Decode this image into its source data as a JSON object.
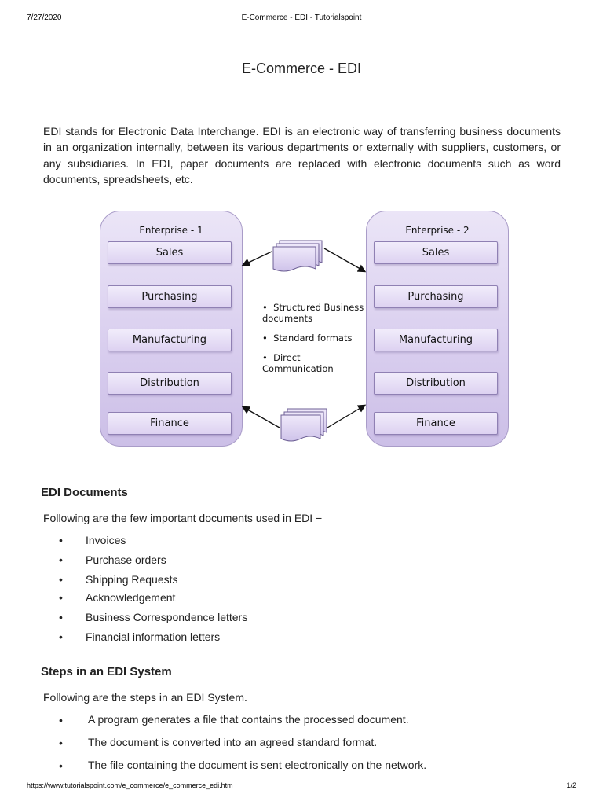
{
  "header": {
    "date": "7/27/2020",
    "title": "E-Commerce - EDI - Tutorialspoint"
  },
  "page_title": "E-Commerce - EDI",
  "intro": "EDI stands for Electronic Data Interchange. EDI is an electronic way of transferring business documents in an organization internally, between its various departments or externally with suppliers, customers, or any subsidiaries. In EDI, paper documents are replaced with electronic documents such as word documents, spreadsheets, etc.",
  "diagram": {
    "enterprise_1": {
      "title": "Enterprise - 1",
      "departments": [
        "Sales",
        "Purchasing",
        "Manufacturing",
        "Distribution",
        "Finance"
      ]
    },
    "enterprise_2": {
      "title": "Enterprise - 2",
      "departments": [
        "Sales",
        "Purchasing",
        "Manufacturing",
        "Distribution",
        "Finance"
      ]
    },
    "middle_bullets": [
      "Structured Business documents",
      "Standard formats",
      "Direct Communication"
    ],
    "colors": {
      "panel": "#d8cdee",
      "box": "#e6ddf5",
      "border": "#8f80b3"
    }
  },
  "edi_documents": {
    "heading": "EDI Documents",
    "intro": "Following are the few important documents used in EDI −",
    "items": [
      "Invoices",
      "Purchase orders",
      "Shipping Requests",
      "Acknowledgement",
      "Business Correspondence letters",
      "Financial information letters"
    ]
  },
  "steps": {
    "heading": "Steps in an EDI System",
    "intro": "Following are the steps in an EDI System.",
    "items": [
      "A program generates a file that contains the processed document.",
      "The document is converted into an agreed standard format.",
      "The file containing the document is sent electronically on the network."
    ]
  },
  "footer": {
    "url": "https://www.tutorialspoint.com/e_commerce/e_commerce_edi.htm",
    "page": "1/2"
  }
}
